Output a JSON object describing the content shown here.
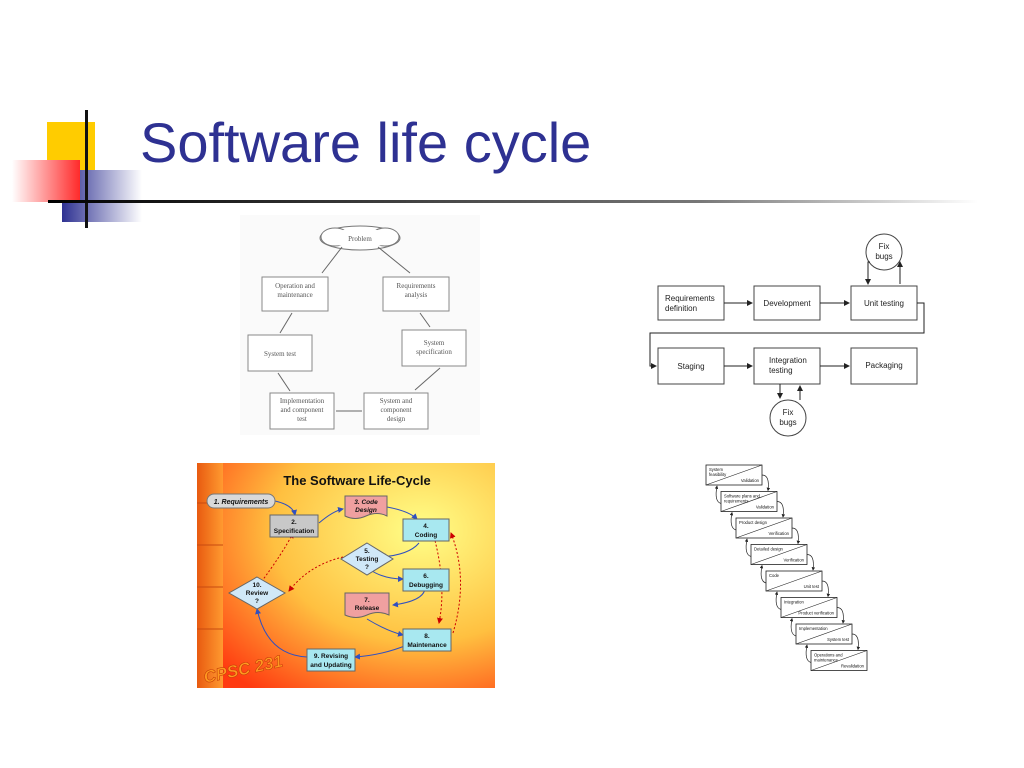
{
  "slide": {
    "title": "Software life cycle",
    "colors": {
      "title": "#2e3192",
      "accent_yellow": "#ffcc00",
      "accent_blue": "#2e3192",
      "accent_red": "#ff3333"
    }
  },
  "diagram_cycle": {
    "problem": "Problem",
    "nodes": [
      {
        "id": "req",
        "label_1": "Requirements",
        "label_2": "analysis"
      },
      {
        "id": "spec",
        "label_1": "System",
        "label_2": "specification"
      },
      {
        "id": "design",
        "label_1": "System and",
        "label_2": "component",
        "label_3": "design"
      },
      {
        "id": "impl",
        "label_1": "Implementation",
        "label_2": "and component",
        "label_3": "test"
      },
      {
        "id": "systest",
        "label_1": "System test"
      },
      {
        "id": "ops",
        "label_1": "Operation and",
        "label_2": "maintenance"
      }
    ]
  },
  "diagram_pipeline": {
    "requirements": [
      "Requirements",
      "definition"
    ],
    "development": "Development",
    "unit_testing": "Unit testing",
    "staging": "Staging",
    "integration": [
      "Integration",
      "testing"
    ],
    "packaging": "Packaging",
    "fix_bugs": [
      "Fix",
      "bugs"
    ]
  },
  "diagram_colored": {
    "title": "The Software Life-Cycle",
    "watermark": "CPSC 231",
    "steps": {
      "s1": "1. Requirements",
      "s2": [
        "2.",
        "Specification"
      ],
      "s3": [
        "3. Code",
        "Design"
      ],
      "s4": [
        "4.",
        "Coding"
      ],
      "s5": [
        "5.",
        "Testing",
        "?"
      ],
      "s6": [
        "6.",
        "Debugging"
      ],
      "s7": [
        "7.",
        "Release"
      ],
      "s8": [
        "8.",
        "Maintenance"
      ],
      "s9": [
        "9. Revising",
        "and Updating"
      ],
      "s10": [
        "10.",
        "Review",
        "?"
      ]
    }
  },
  "diagram_waterfall": {
    "stages": [
      {
        "top": [
          "System",
          "feasibility"
        ],
        "bottom": "Validation"
      },
      {
        "top": [
          "Software plans and",
          "requirements"
        ],
        "bottom": "Validation"
      },
      {
        "top": [
          "Product design"
        ],
        "bottom": "Verification"
      },
      {
        "top": [
          "Detailed design"
        ],
        "bottom": "Verification"
      },
      {
        "top": [
          "Code"
        ],
        "bottom": "Unit test"
      },
      {
        "top": [
          "Integration"
        ],
        "bottom": "Product verification"
      },
      {
        "top": [
          "Implementation"
        ],
        "bottom": "System test"
      },
      {
        "top": [
          "Operations and",
          "maintenance"
        ],
        "bottom": "Revalidation"
      }
    ]
  }
}
